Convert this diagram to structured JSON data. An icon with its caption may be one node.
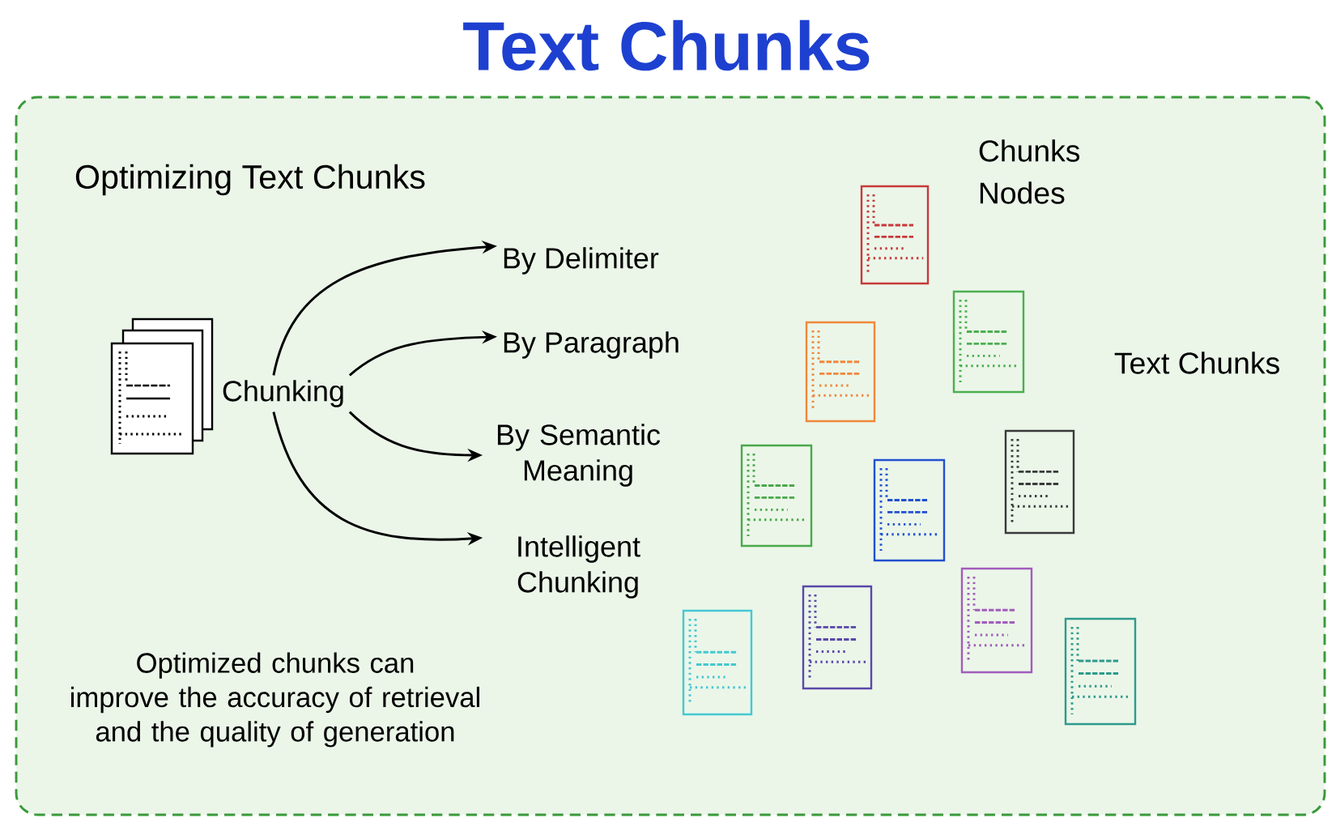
{
  "diagram": {
    "title": "Text Chunks",
    "nodes": [
      {
        "text": [
          "Optimizing Text Chunks"
        ]
      },
      {
        "text": [
          "Chunking"
        ],
        "in": 0
      },
      {
        "text": [
          "By Delimiter"
        ],
        "in": 0
      },
      {
        "text": [
          "By Paragraph"
        ],
        "in": 0
      },
      {
        "text": [
          "By Semantic Meaning"
        ],
        "in": 0
      },
      {
        "text": [
          "Intelligent Chunking"
        ],
        "in": 0
      }
    ],
    "edges": [
      {
        "from": 1,
        "to": 2,
        "arrow": "to"
      },
      {
        "from": 1,
        "to": 3,
        "arrow": "to"
      },
      {
        "from": 1,
        "to": 4,
        "arrow": "to"
      },
      {
        "from": 1,
        "to": 5,
        "arrow": "to"
      }
    ],
    "labels": [
      "Chunks",
      "Nodes",
      "Text Chunks",
      "Optimized chunks can improve the accuracy of retrieval and the quality of generation"
    ]
  }
}
